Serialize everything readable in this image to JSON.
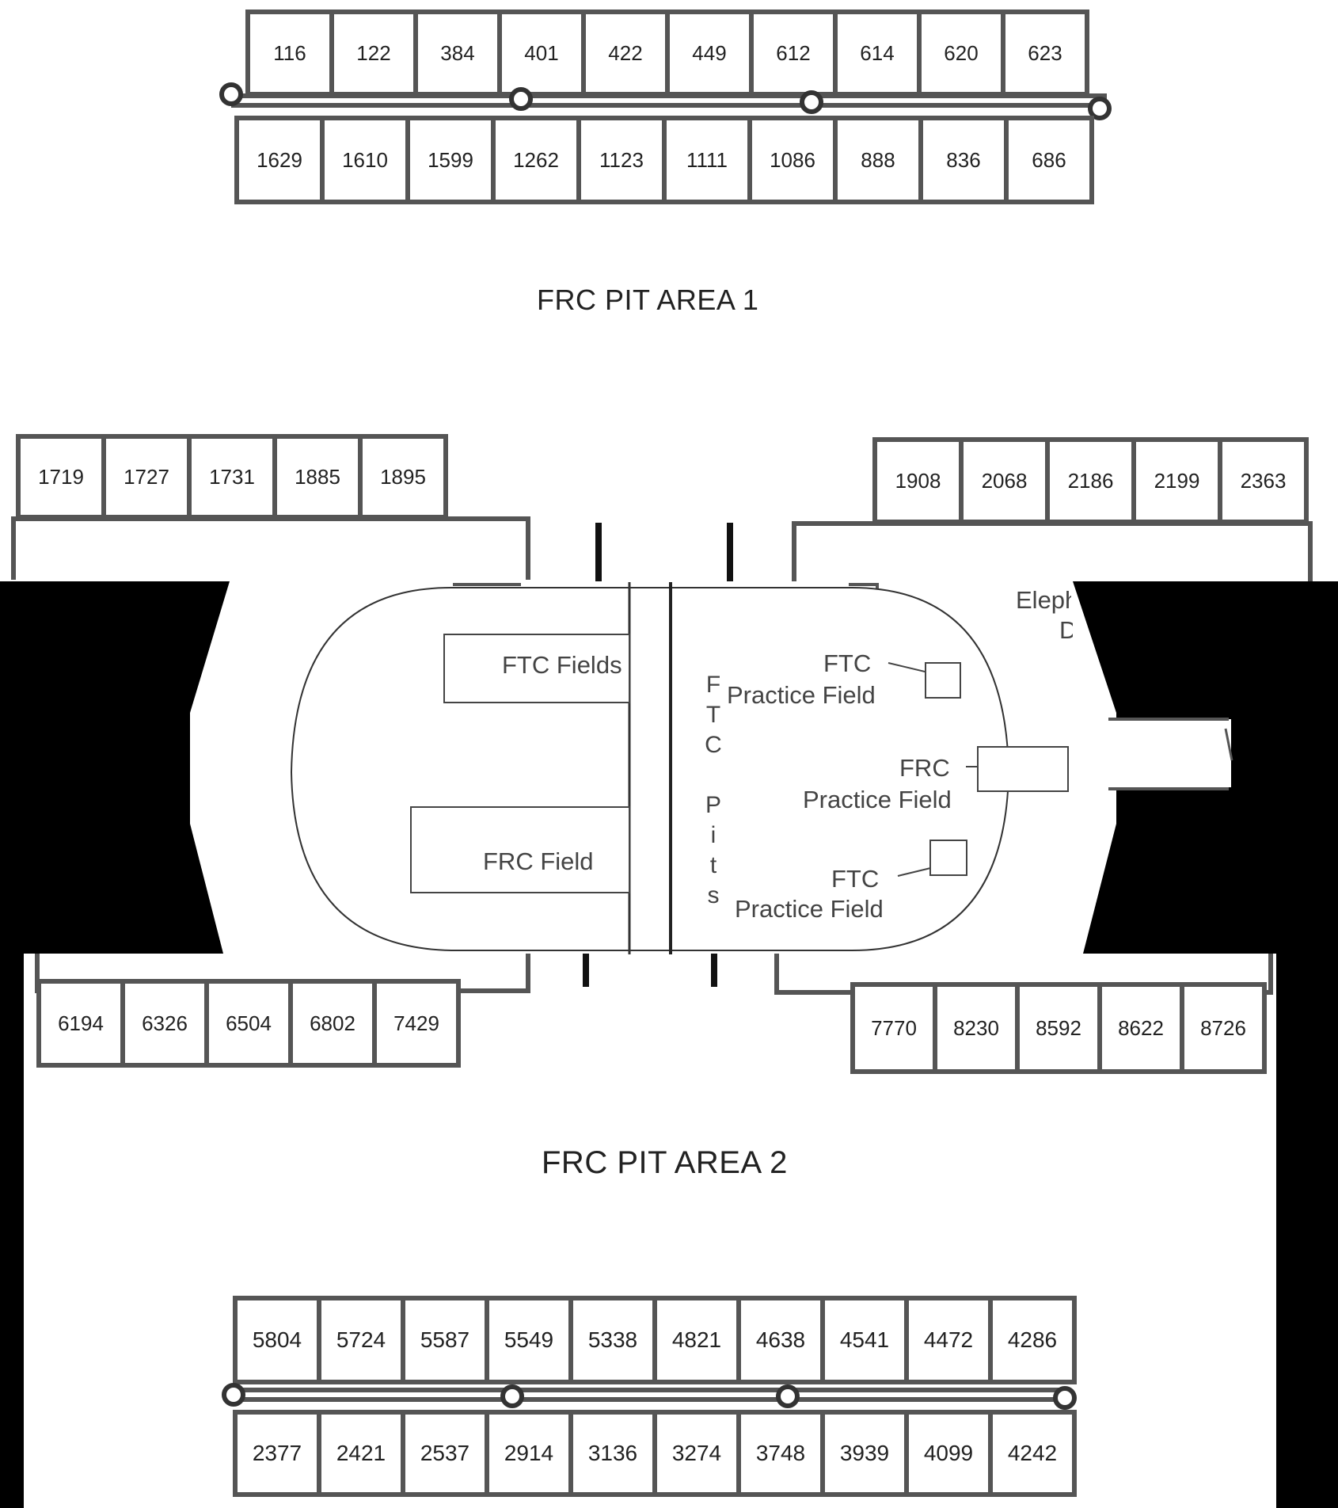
{
  "pit_area_1": {
    "title": "FRC PIT AREA 1",
    "top_row": [
      "116",
      "122",
      "384",
      "401",
      "422",
      "449",
      "612",
      "614",
      "620",
      "623"
    ],
    "bottom_row": [
      "1629",
      "1610",
      "1599",
      "1262",
      "1123",
      "1111",
      "1086",
      "888",
      "836",
      "686"
    ]
  },
  "pit_area_2": {
    "title": "FRC PIT AREA 2",
    "upper_left": [
      "1719",
      "1727",
      "1731",
      "1885",
      "1895"
    ],
    "upper_right": [
      "1908",
      "2068",
      "2186",
      "2199",
      "2363"
    ],
    "lower_left": [
      "6194",
      "6326",
      "6504",
      "6802",
      "7429"
    ],
    "lower_right": [
      "7770",
      "8230",
      "8592",
      "8622",
      "8726"
    ]
  },
  "pit_area_3": {
    "top_row": [
      "5804",
      "5724",
      "5587",
      "5549",
      "5338",
      "4821",
      "4638",
      "4541",
      "4472",
      "4286"
    ],
    "bottom_row": [
      "2377",
      "2421",
      "2537",
      "2914",
      "3136",
      "3274",
      "3748",
      "3939",
      "4099",
      "4242"
    ]
  },
  "arena": {
    "ftc_fields": "FTC Fields",
    "frc_field": "FRC Field",
    "ftc_pits_letters": [
      "F",
      "T",
      "C",
      "",
      "P",
      "i",
      "t",
      "s"
    ],
    "ftc_practice_top": {
      "line1": "FTC",
      "line2": "Practice Field"
    },
    "frc_practice": {
      "line1": "FRC",
      "line2": "Practice Field"
    },
    "ftc_practice_bottom": {
      "line1": "FTC",
      "line2": "Practice Field"
    },
    "elephant_door": {
      "line1": "Eleph",
      "line2": "Do"
    }
  }
}
